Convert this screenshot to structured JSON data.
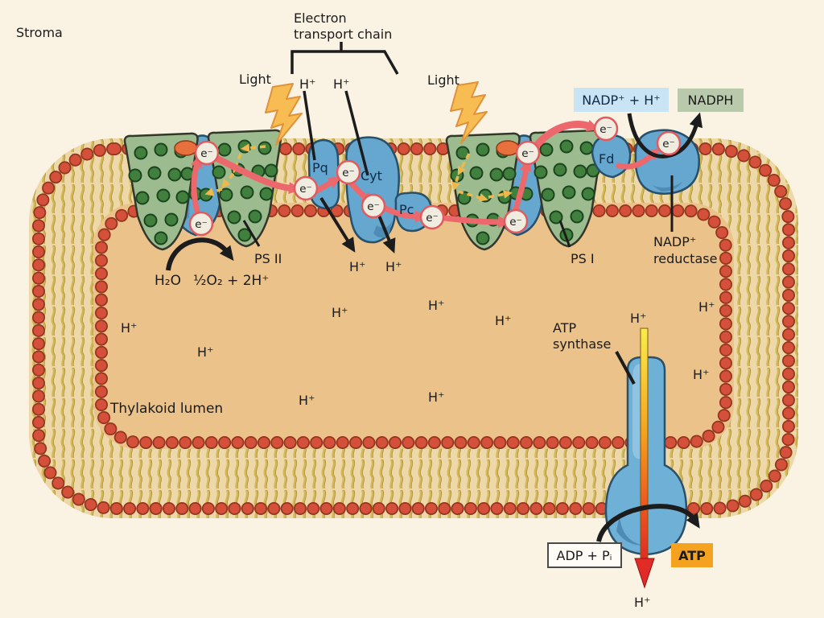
{
  "labels": {
    "stroma": "Stroma",
    "etc_line1": "Electron",
    "etc_line2": "transport chain",
    "light": "Light",
    "h_plus": "H⁺",
    "electron": "e⁻",
    "ps2": "PS II",
    "ps1": "PS I",
    "pq": "Pq",
    "cyt": "Cyt",
    "pc": "Pc",
    "fd": "Fd",
    "water": "H₂O",
    "water_products": "½O₂ + 2H⁺",
    "thylakoid_lumen": "Thylakoid lumen",
    "nadp_reductase_line1": "NADP⁺",
    "nadp_reductase_line2": "reductase",
    "atp_synthase_line1": "ATP",
    "atp_synthase_line2": "synthase"
  },
  "boxes": {
    "nadp_plus_h": "NADP⁺ + H⁺",
    "nadph": "NADPH",
    "adp_pi": "ADP + Pᵢ",
    "atp": "ATP"
  },
  "colors": {
    "stroma_bg": "#faf3e3",
    "lumen": "#ebc28a",
    "membrane_band": "#eed7a9",
    "lipid_head": "#d4503a",
    "lipid_head_outline": "#93351f",
    "lipid_tail": "#d3b856",
    "complex_green": "#9cbc90",
    "complex_dot_green": "#41803c",
    "complex_blue": "#66a7cf",
    "pigment_orange": "#e8703d",
    "arrow_pink": "#ed686d",
    "excitation_yellow": "#eeb84d",
    "lightning_yellow": "#f7bd52",
    "proton_gradient_top": "#f9ee4a",
    "proton_gradient_mid": "#f5a21f",
    "proton_gradient_bottom": "#e12b26",
    "box_nadp_blue": "#c9e4f5",
    "box_nadph_green": "#b9c9ac",
    "box_atp_orange": "#f4a21f",
    "box_adp_white": "#fefcf5"
  }
}
